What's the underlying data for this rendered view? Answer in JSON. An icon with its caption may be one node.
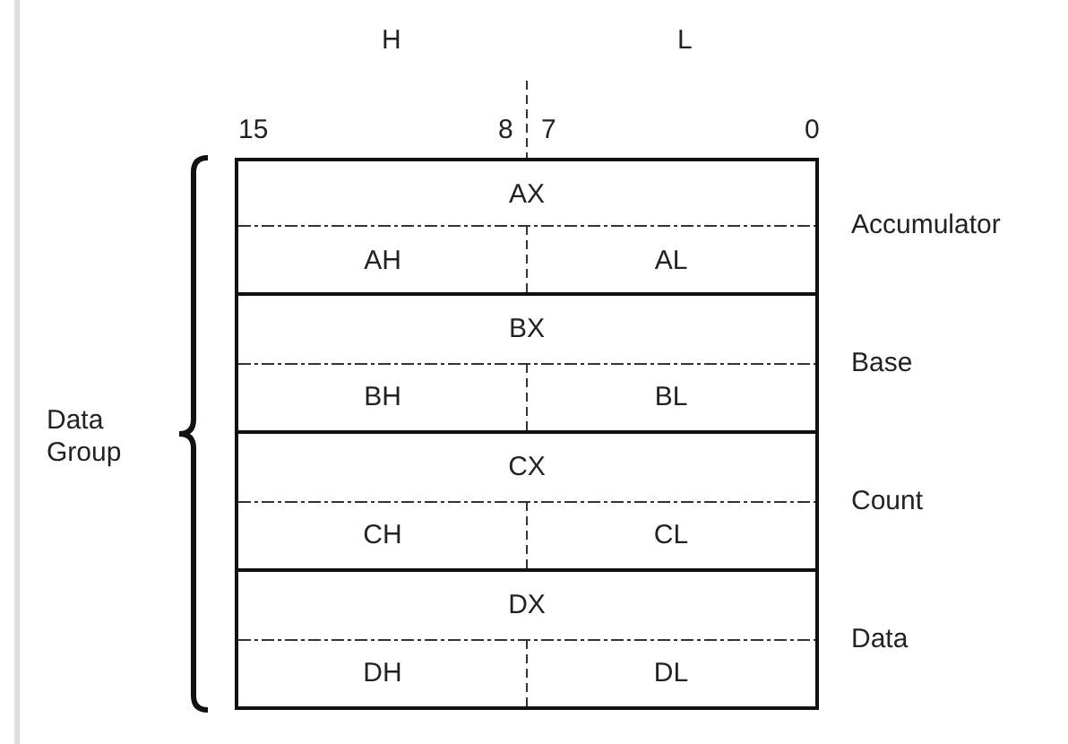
{
  "diagram": {
    "nodes": [
      {
        "text": [
          "AX"
        ],
        "beside": [
          "Accumulator"
        ]
      },
      {
        "text": [
          "AH"
        ],
        "in": 0
      },
      {
        "text": [
          "AL"
        ],
        "in": 0
      },
      {
        "text": [
          "BX"
        ],
        "beside": [
          "Base"
        ]
      },
      {
        "text": [
          "BH"
        ],
        "in": 3
      },
      {
        "text": [
          "BL"
        ],
        "in": 3
      },
      {
        "text": [
          "CX"
        ],
        "beside": [
          "Count"
        ]
      },
      {
        "text": [
          "CH"
        ],
        "in": 6
      },
      {
        "text": [
          "CL"
        ],
        "in": 6
      },
      {
        "text": [
          "DX"
        ],
        "beside": [
          "Data"
        ]
      },
      {
        "text": [
          "DH"
        ],
        "in": 9
      },
      {
        "text": [
          "DL"
        ],
        "in": 9
      }
    ],
    "edges": [],
    "labels": [
      "H",
      "L",
      "15",
      "8",
      "7",
      "0",
      "Data Group"
    ]
  }
}
